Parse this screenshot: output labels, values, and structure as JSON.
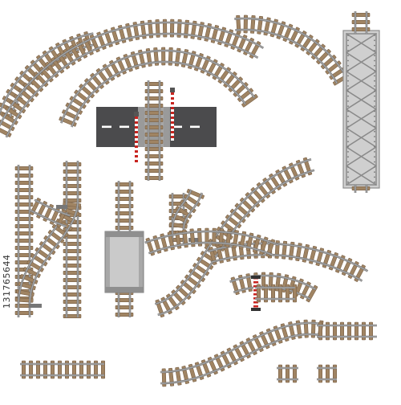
{
  "image": {
    "stock_id": "131765644",
    "colors": {
      "rail": "#a7a7a7",
      "rail_edge": "#6f6f6f",
      "sleeper": "#a08463",
      "sleeper_edge": "#7a6147",
      "road": "#4b4b4d",
      "road_line": "#ffffff",
      "concrete": "#bdbdbd",
      "bridge": "#cfcfcf",
      "signal_red": "#c8241f",
      "signal_white": "#ffffff"
    },
    "pieces": [
      {
        "kind": "curve-track",
        "name": "small-curve"
      },
      {
        "kind": "curve-track",
        "name": "large-curve-outer"
      },
      {
        "kind": "curve-track",
        "name": "large-curve-inner"
      },
      {
        "kind": "curve-track",
        "name": "top-right-curve"
      },
      {
        "kind": "bridge",
        "name": "truss-bridge"
      },
      {
        "kind": "level-crossing",
        "name": "road-crossing"
      },
      {
        "kind": "straight-track",
        "name": "left-straight"
      },
      {
        "kind": "switch-track",
        "name": "double-switch"
      },
      {
        "kind": "straight-track",
        "name": "platform-track"
      },
      {
        "kind": "platform",
        "name": "station-platform"
      },
      {
        "kind": "switch-track",
        "name": "small-switch"
      },
      {
        "kind": "curve-track",
        "name": "s-curve-right"
      },
      {
        "kind": "curve-track",
        "name": "mid-right-curves"
      },
      {
        "kind": "buffer-stop",
        "name": "end-buffer"
      },
      {
        "kind": "curve-track",
        "name": "bottom-s-curve"
      },
      {
        "kind": "straight-track",
        "name": "bottom-straights"
      }
    ]
  }
}
